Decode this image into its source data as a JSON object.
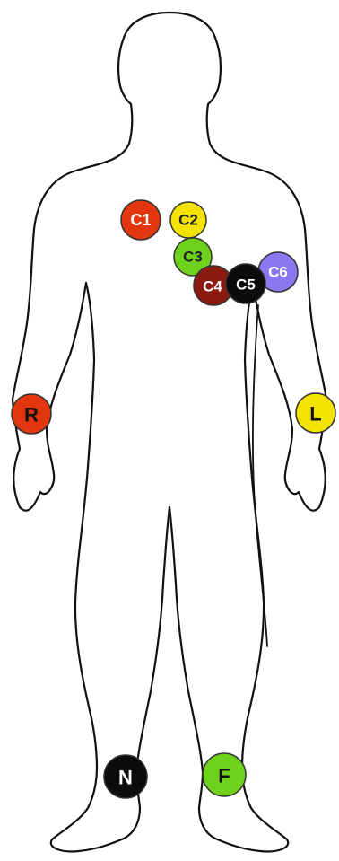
{
  "diagram": {
    "electrodes": [
      {
        "id": "c1",
        "label": "C1",
        "fill": "#e2360f",
        "text_color": "#ffffff"
      },
      {
        "id": "c2",
        "label": "C2",
        "fill": "#f4e200",
        "text_color": "#222222"
      },
      {
        "id": "c3",
        "label": "C3",
        "fill": "#6ed21c",
        "text_color": "#222222"
      },
      {
        "id": "c4",
        "label": "C4",
        "fill": "#8c1a10",
        "text_color": "#ffffff"
      },
      {
        "id": "c5",
        "label": "C5",
        "fill": "#0c0c0c",
        "text_color": "#ffffff"
      },
      {
        "id": "c6",
        "label": "C6",
        "fill": "#8a78f2",
        "text_color": "#ffffff"
      },
      {
        "id": "r",
        "label": "R",
        "fill": "#e2360f",
        "text_color": "#111111"
      },
      {
        "id": "l",
        "label": "L",
        "fill": "#f4e200",
        "text_color": "#111111"
      },
      {
        "id": "n",
        "label": "N",
        "fill": "#0c0c0c",
        "text_color": "#ffffff"
      },
      {
        "id": "f",
        "label": "F",
        "fill": "#6ed21c",
        "text_color": "#111111"
      }
    ]
  }
}
